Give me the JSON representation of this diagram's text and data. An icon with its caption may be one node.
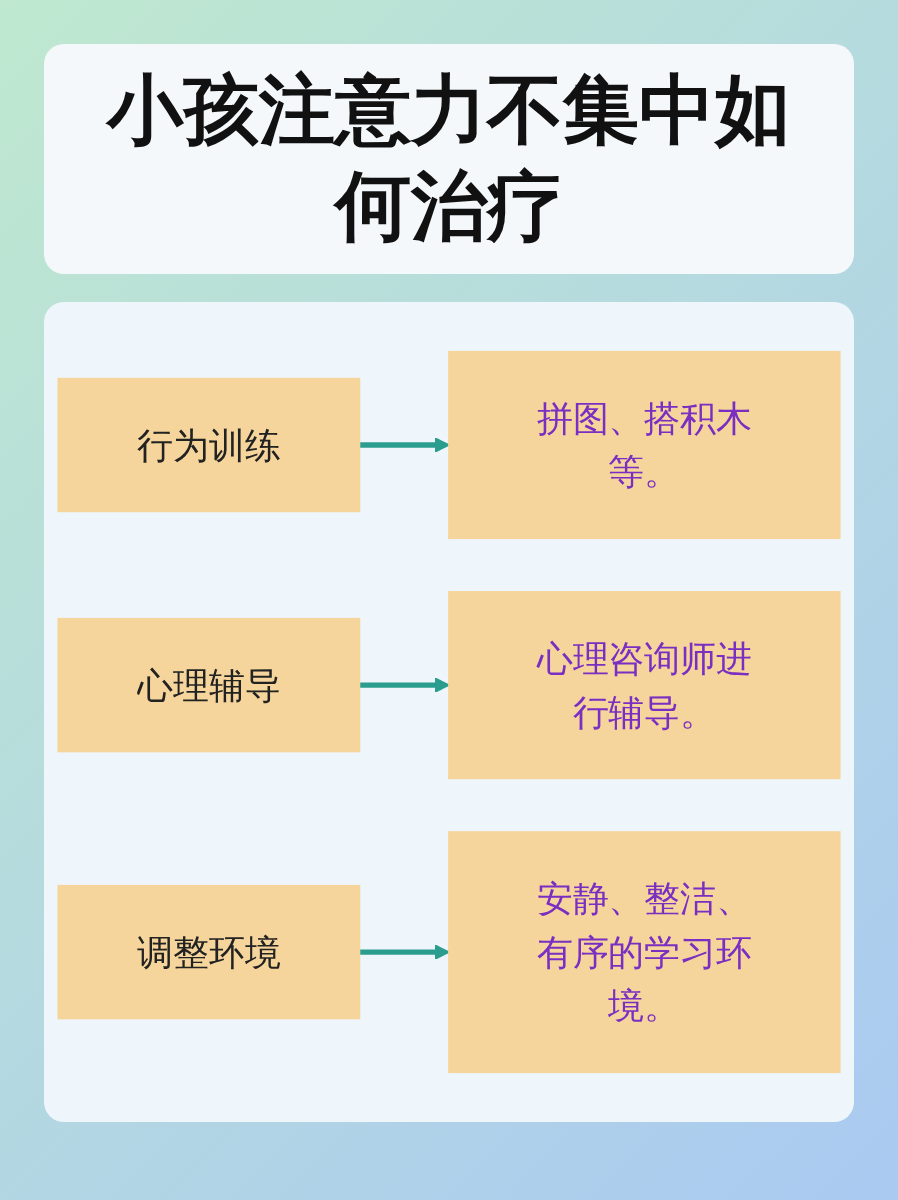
{
  "diagram": {
    "title": "小孩注意力不集中如何治疗",
    "nodes": [
      {
        "text": [
          "行为训练"
        ]
      },
      {
        "text": [
          "拼图、搭积木等。"
        ]
      },
      {
        "text": [
          "心理辅导"
        ]
      },
      {
        "text": [
          "心理咨询师进行辅导。"
        ]
      },
      {
        "text": [
          "调整环境"
        ]
      },
      {
        "text": [
          "安静、整洁、有序的学习环境。"
        ]
      }
    ],
    "edges": [
      {
        "from": 0,
        "to": 1,
        "arrow": "to"
      },
      {
        "from": 2,
        "to": 3,
        "arrow": "to"
      },
      {
        "from": 4,
        "to": 5,
        "arrow": "to"
      }
    ]
  }
}
